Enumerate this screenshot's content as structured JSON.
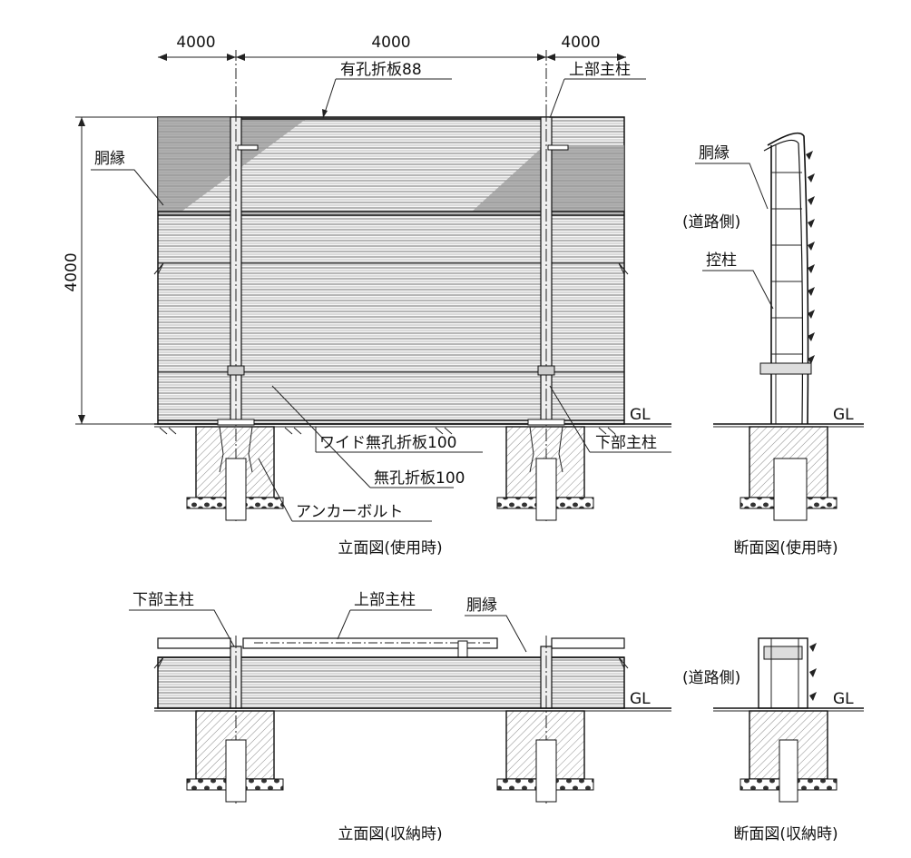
{
  "dimensions": {
    "d1": "4000",
    "d2": "4000",
    "d3": "4000",
    "height": "4000"
  },
  "elevation_use": {
    "label_perforated": "有孔折板88",
    "label_upper_post": "上部主柱",
    "label_waist_edge": "胴縁",
    "label_gl": "GL",
    "label_wide_panel": "ワイド無孔折板100",
    "label_lower_post": "下部主柱",
    "label_solid_panel": "無孔折板100",
    "label_anchor": "アンカーボルト",
    "caption": "立面図(使用時)"
  },
  "section_use": {
    "label_waist_edge": "胴縁",
    "label_road_side": "(道路側)",
    "label_brace": "控柱",
    "label_gl": "GL",
    "caption": "断面図(使用時)"
  },
  "elevation_stored": {
    "label_lower_post": "下部主柱",
    "label_upper_post": "上部主柱",
    "label_waist_edge": "胴縁",
    "label_gl": "GL",
    "caption": "立面図(収納時)"
  },
  "section_stored": {
    "label_road_side": "(道路側)",
    "label_gl": "GL",
    "caption": "断面図(収納時)"
  }
}
